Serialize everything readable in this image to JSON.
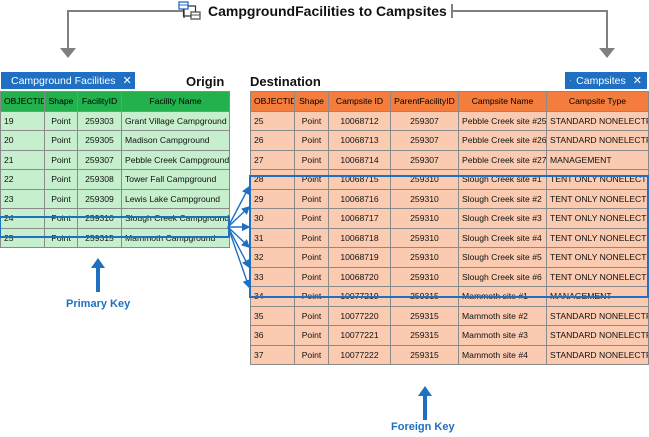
{
  "title": "CampgroundFacilities to Campsites",
  "origin": {
    "tab_label": "Campground Facilities",
    "section_label": "Origin",
    "columns": [
      "OBJECTID",
      "Shape",
      "FacilityID",
      "Facility Name"
    ],
    "rows": [
      [
        "19",
        "Point",
        "259303",
        "Grant Village Campground"
      ],
      [
        "20",
        "Point",
        "259305",
        "Madison Campground"
      ],
      [
        "21",
        "Point",
        "259307",
        "Pebble Creek Campground"
      ],
      [
        "22",
        "Point",
        "259308",
        "Tower Fall Campground"
      ],
      [
        "23",
        "Point",
        "259309",
        "Lewis Lake Campground"
      ],
      [
        "24",
        "Point",
        "259310",
        "Slough Creek Campground"
      ],
      [
        "25",
        "Point",
        "259315",
        "Mammoth Campground"
      ]
    ]
  },
  "destination": {
    "tab_label": "Campsites",
    "section_label": "Destination",
    "columns": [
      "OBJECTID",
      "Shape",
      "Campsite ID",
      "ParentFacilityID",
      "Campsite Name",
      "Campsite Type"
    ],
    "rows": [
      [
        "25",
        "Point",
        "10068712",
        "259307",
        "Pebble Creek site #25",
        "STANDARD NONELECTRIC"
      ],
      [
        "26",
        "Point",
        "10068713",
        "259307",
        "Pebble Creek site #26",
        "STANDARD NONELECTRIC"
      ],
      [
        "27",
        "Point",
        "10068714",
        "259307",
        "Pebble Creek site #27",
        "MANAGEMENT"
      ],
      [
        "28",
        "Point",
        "10068715",
        "259310",
        "Slough Creek site #1",
        "TENT ONLY NONELECTRIC"
      ],
      [
        "29",
        "Point",
        "10068716",
        "259310",
        "Slough Creek site #2",
        "TENT ONLY NONELECTRIC"
      ],
      [
        "30",
        "Point",
        "10068717",
        "259310",
        "Slough Creek site #3",
        "TENT ONLY NONELECTRIC"
      ],
      [
        "31",
        "Point",
        "10068718",
        "259310",
        "Slough Creek site #4",
        "TENT ONLY NONELECTRIC"
      ],
      [
        "32",
        "Point",
        "10068719",
        "259310",
        "Slough Creek site #5",
        "TENT ONLY NONELECTRIC"
      ],
      [
        "33",
        "Point",
        "10068720",
        "259310",
        "Slough Creek site #6",
        "TENT ONLY NONELECTRIC"
      ],
      [
        "34",
        "Point",
        "10077219",
        "259315",
        "Mammoth site #1",
        "MANAGEMENT"
      ],
      [
        "35",
        "Point",
        "10077220",
        "259315",
        "Mammoth site #2",
        "STANDARD NONELECTRIC"
      ],
      [
        "36",
        "Point",
        "10077221",
        "259315",
        "Mammoth site #3",
        "STANDARD NONELECTRIC"
      ],
      [
        "37",
        "Point",
        "10077222",
        "259315",
        "Mammoth site #4",
        "STANDARD NONELECTRIC"
      ]
    ]
  },
  "primary_key_label": "Primary Key",
  "foreign_key_label": "Foreign Key",
  "colors": {
    "accent": "#1f6fc2",
    "origin_header": "#22b14c",
    "origin_cell": "#c6efce",
    "destination_header": "#f47c3c",
    "destination_cell": "#fbcbb1",
    "connector": "#808080"
  },
  "icons": {
    "title_icon": "relationship-icon",
    "tab_icon": "table-grid-icon",
    "tab_close_icon": "close-icon"
  }
}
